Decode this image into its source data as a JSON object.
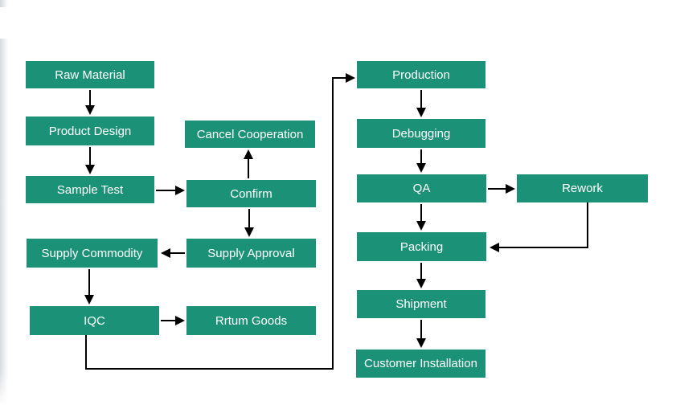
{
  "diagram": {
    "type": "flowchart",
    "colors": {
      "node_fill": "#1b9278",
      "node_text": "#ffffff",
      "connector": "#000000"
    },
    "nodes": [
      {
        "id": "raw-material",
        "label": "Raw Material"
      },
      {
        "id": "product-design",
        "label": "Product Design"
      },
      {
        "id": "sample-test",
        "label": "Sample Test"
      },
      {
        "id": "cancel-cooperation",
        "label": "Cancel Cooperation"
      },
      {
        "id": "confirm",
        "label": "Confirm"
      },
      {
        "id": "supply-approval",
        "label": "Supply Approval"
      },
      {
        "id": "supply-commodity",
        "label": "Supply Commodity"
      },
      {
        "id": "iqc",
        "label": "IQC"
      },
      {
        "id": "rrtum-goods",
        "label": "Rrtum Goods"
      },
      {
        "id": "production",
        "label": "Production"
      },
      {
        "id": "debugging",
        "label": "Debugging"
      },
      {
        "id": "qa",
        "label": "QA"
      },
      {
        "id": "rework",
        "label": "Rework"
      },
      {
        "id": "packing",
        "label": "Packing"
      },
      {
        "id": "shipment",
        "label": "Shipment"
      },
      {
        "id": "customer-installation",
        "label": "Customer Installation"
      }
    ],
    "edges": [
      {
        "from": "raw-material",
        "to": "product-design",
        "style": "straight"
      },
      {
        "from": "product-design",
        "to": "sample-test",
        "style": "straight"
      },
      {
        "from": "sample-test",
        "to": "confirm",
        "style": "straight"
      },
      {
        "from": "confirm",
        "to": "cancel-cooperation",
        "style": "straight"
      },
      {
        "from": "confirm",
        "to": "supply-approval",
        "style": "straight"
      },
      {
        "from": "supply-approval",
        "to": "supply-commodity",
        "style": "straight"
      },
      {
        "from": "supply-commodity",
        "to": "iqc",
        "style": "straight"
      },
      {
        "from": "iqc",
        "to": "rrtum-goods",
        "style": "straight"
      },
      {
        "from": "iqc",
        "to": "production",
        "style": "elbow"
      },
      {
        "from": "production",
        "to": "debugging",
        "style": "straight"
      },
      {
        "from": "debugging",
        "to": "qa",
        "style": "straight"
      },
      {
        "from": "qa",
        "to": "rework",
        "style": "straight"
      },
      {
        "from": "qa",
        "to": "packing",
        "style": "straight"
      },
      {
        "from": "rework",
        "to": "packing",
        "style": "elbow"
      },
      {
        "from": "packing",
        "to": "shipment",
        "style": "straight"
      },
      {
        "from": "shipment",
        "to": "customer-installation",
        "style": "straight"
      }
    ]
  }
}
